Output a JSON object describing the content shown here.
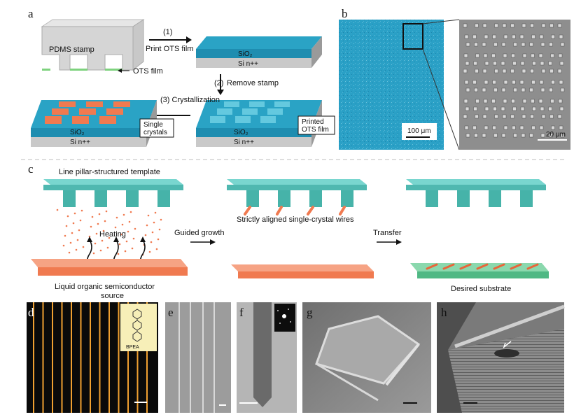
{
  "panel_labels": {
    "a": "a",
    "b": "b",
    "c": "c",
    "d": "d",
    "e": "e",
    "f": "f",
    "g": "g",
    "h": "h"
  },
  "panel_a": {
    "stamp_label": "PDMS stamp",
    "ots_film_label": "OTS film",
    "step1_num": "(1)",
    "step1_text": "Print OTS film",
    "step2": "(2)",
    "step2_text": "Remove stamp",
    "step3": "(3) Crystallization",
    "sio2": "SiO₂",
    "si": "Si n++",
    "single_crystals_1": "Single",
    "single_crystals_2": "crystals",
    "printed_ots_1": "Printed",
    "printed_ots_2": "OTS film"
  },
  "panel_b": {
    "scale_large": "100 μm",
    "scale_small": "20 μm"
  },
  "panel_c": {
    "template_title": "Line pillar-structured template",
    "heating": "Heating",
    "guided_growth": "Guided growth",
    "aligned_wires": "Strictly aligned single-crystal wires",
    "transfer": "Transfer",
    "source_1": "Liquid organic semiconductor",
    "source_2": "source",
    "desired_substrate": "Desired substrate"
  },
  "panel_d": {
    "inset_label": "BPEA"
  },
  "colors": {
    "cyan": "#28a6c4",
    "pillar": "#58c8c0",
    "orange": "#f07a50",
    "substrate_orange": "#f49470",
    "green": "#6cc79a",
    "gray": "#b8b8b8"
  }
}
